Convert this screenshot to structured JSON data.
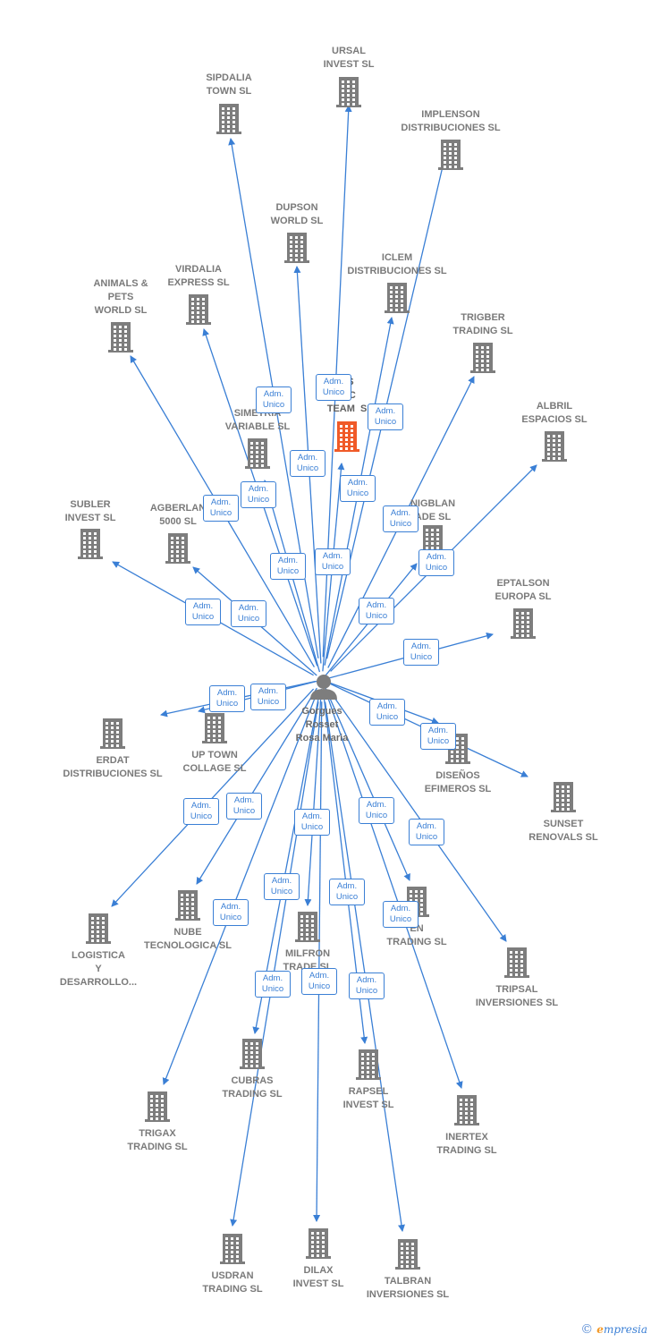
{
  "colors": {
    "edge": "#3a7fd5",
    "building": "#7d7d7d",
    "highlight": "#f05a28",
    "label": "#7a7a7a"
  },
  "center": {
    "name": "Gorgues\nRosset\nRosa Maria",
    "icon": "person-icon"
  },
  "badge_text": "Adm.\nUnico",
  "companies": [
    {
      "label": "URSAL\nINVEST SL"
    },
    {
      "label": "SIPDALIA\nTOWN SL"
    },
    {
      "label": "IMPLENSON\nDISTRIBUCIONES SL"
    },
    {
      "label": "DUPSON\nWORLD SL"
    },
    {
      "label": "ICLEM\nDISTRIBUCIONES SL"
    },
    {
      "label": "VIRDALIA\nEXPRESS SL"
    },
    {
      "label": "ANIMALS &\nPETS\nWORLD SL"
    },
    {
      "label": "TRIGBER\nTRADING SL"
    },
    {
      "label": "RS\nGIC\nTEAM  S",
      "highlight": true
    },
    {
      "label": "SIMETRIA\nVARIABLE SL"
    },
    {
      "label": "ALBRIL\nESPACIOS SL"
    },
    {
      "label": "SUBLER\nINVEST SL"
    },
    {
      "label": "AGBERLAN\n5000 SL"
    },
    {
      "label": "NIGBLAN\nADE SL"
    },
    {
      "label": "EPTALSON\nEUROPA SL"
    },
    {
      "label": "ERDAT\nDISTRIBUCIONES SL"
    },
    {
      "label": "UP TOWN\nCOLLAGE SL"
    },
    {
      "label": "DISEÑOS\nEFIMEROS SL"
    },
    {
      "label": "SUNSET\nRENOVALS SL"
    },
    {
      "label": "LOGISTICA\nY\nDESARROLLO..."
    },
    {
      "label": "NUBE\nTECNOLOGICA SL"
    },
    {
      "label": "MILFRON\nTRADE SL"
    },
    {
      "label": "EN\nTRADING SL"
    },
    {
      "label": "TRIPSAL\nINVERSIONES SL"
    },
    {
      "label": "CUBRAS\nTRADING SL"
    },
    {
      "label": "RAPSEL\nINVEST SL"
    },
    {
      "label": "INERTEX\nTRADING SL"
    },
    {
      "label": "TRIGAX\nTRADING SL"
    },
    {
      "label": "USDRAN\nTRADING SL"
    },
    {
      "label": "DILAX\nINVEST SL"
    },
    {
      "label": "TALBRAN\nINVERSIONES SL"
    }
  ],
  "brand": {
    "copyright": "©",
    "initial": "e",
    "rest": "mpresia"
  }
}
